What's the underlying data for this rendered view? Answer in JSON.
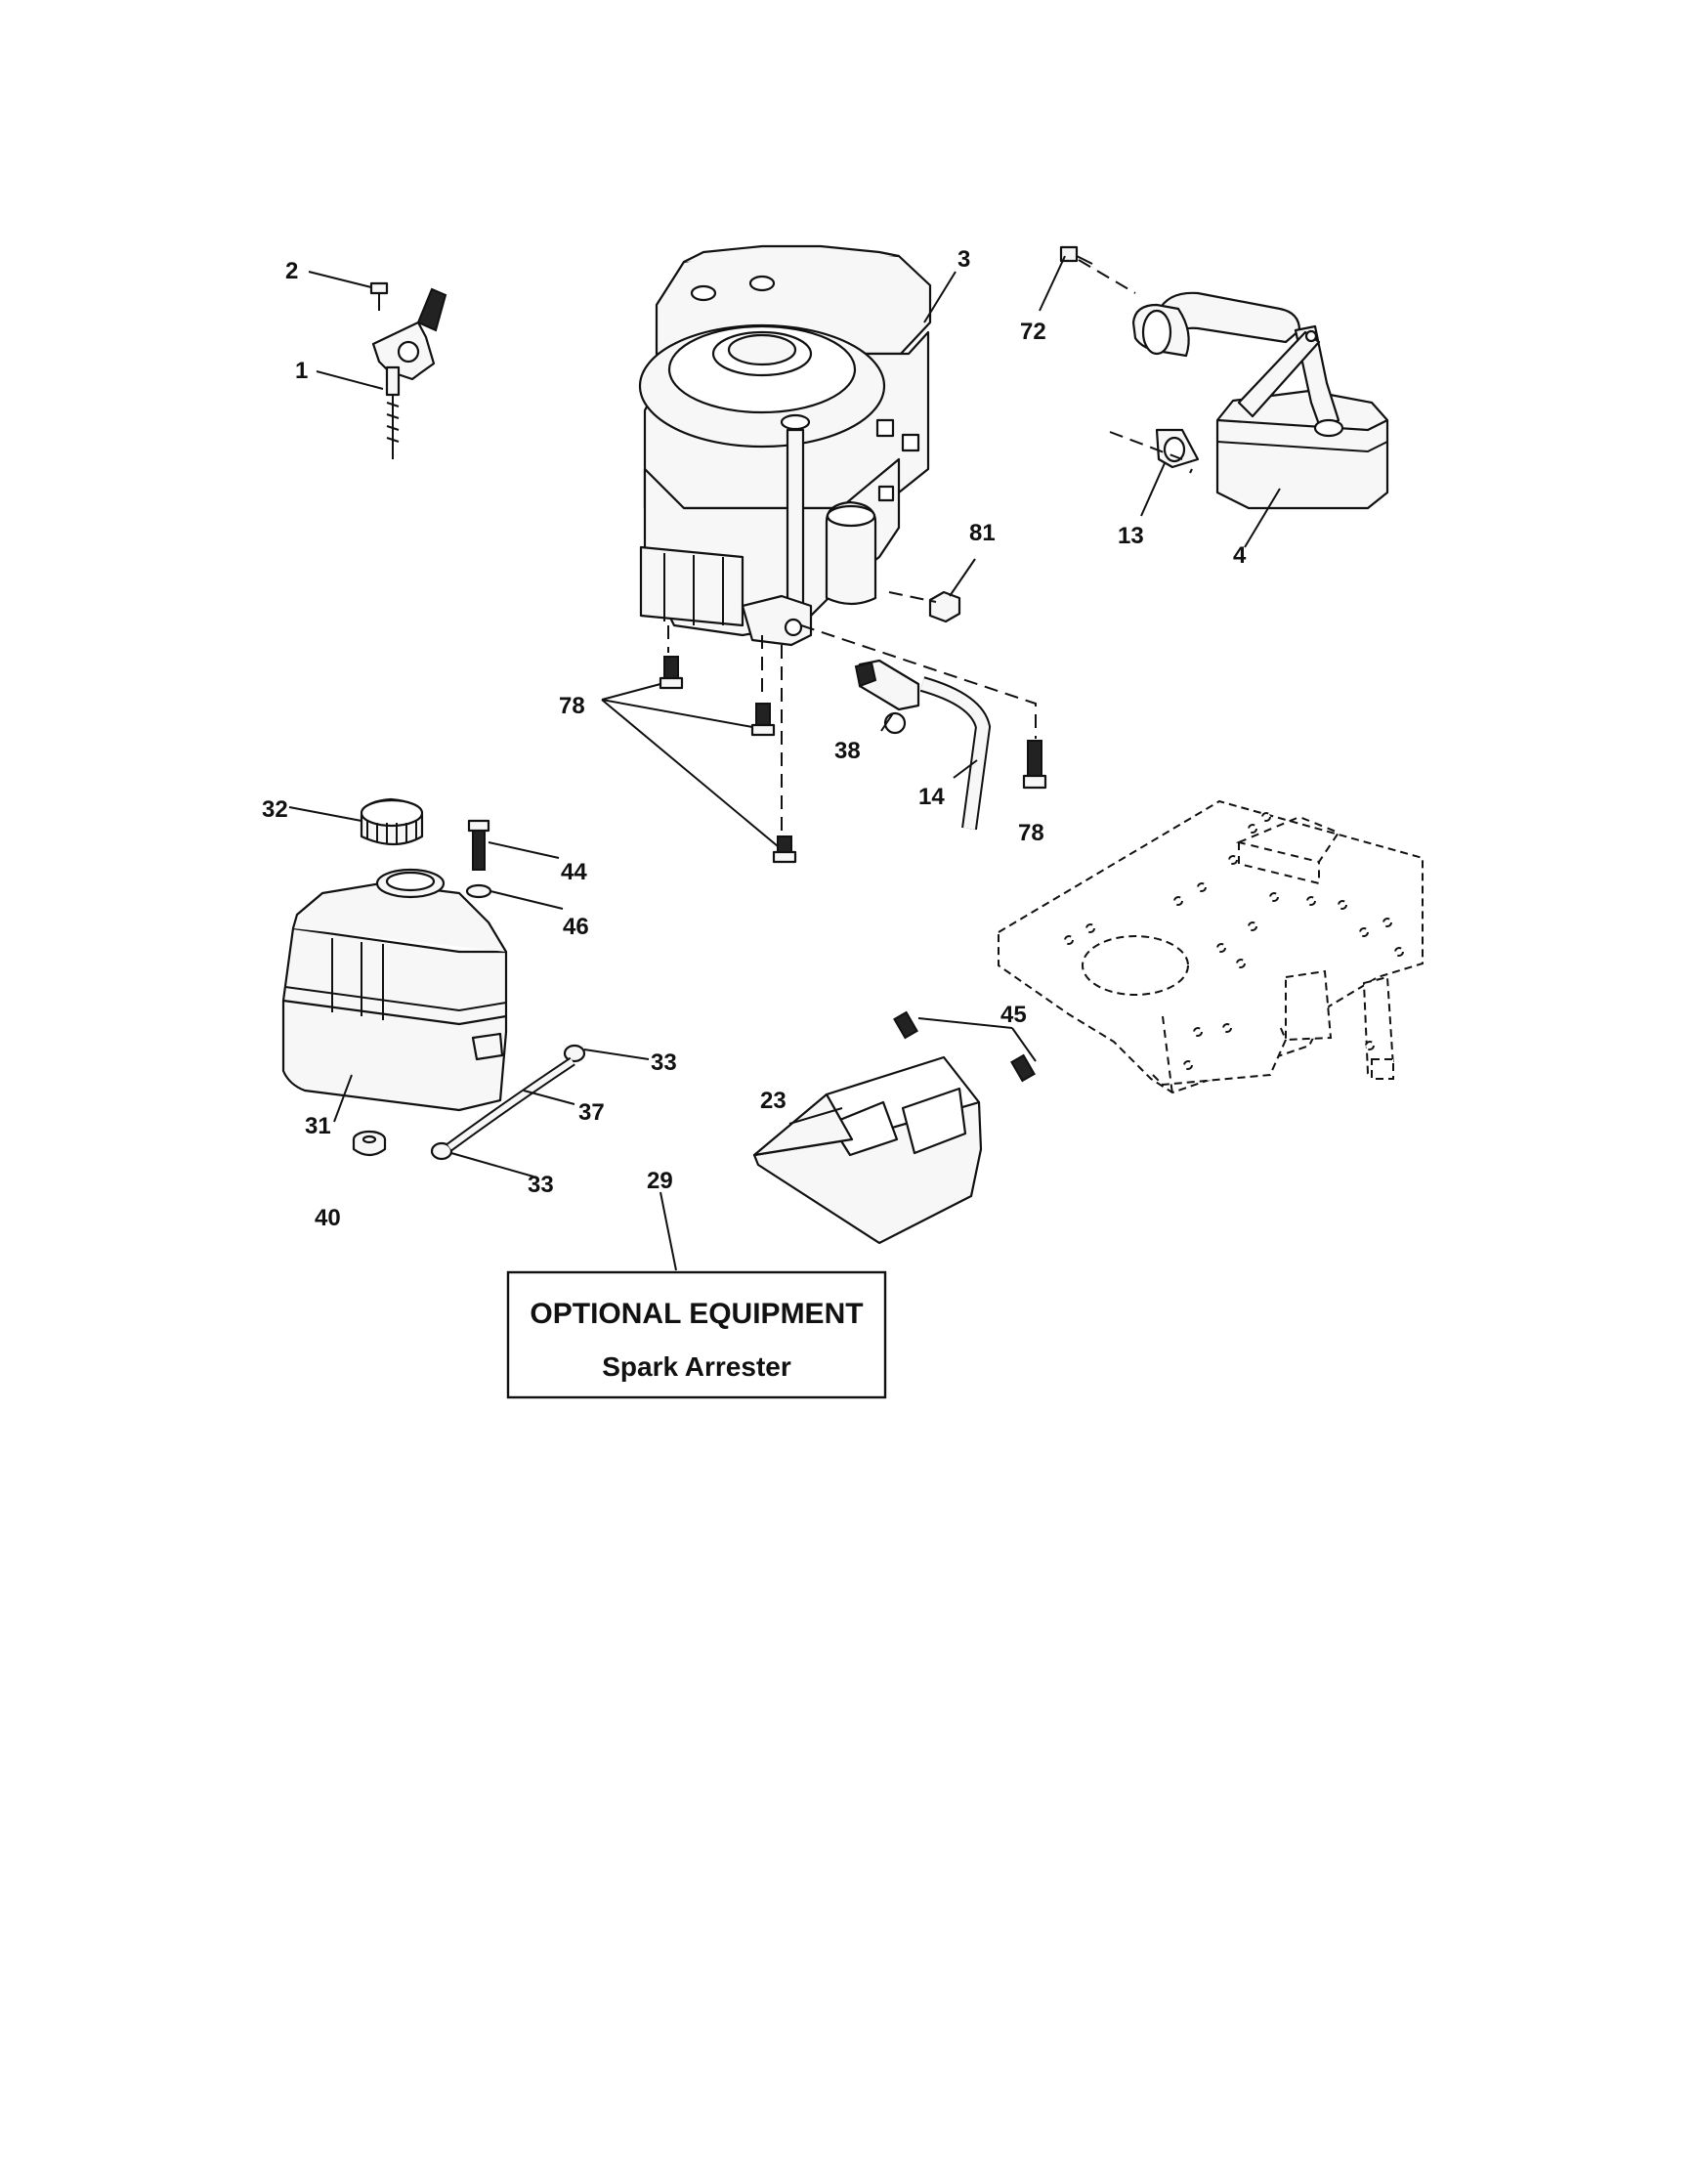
{
  "callouts": {
    "c1": "1",
    "c2": "2",
    "c3": "3",
    "c4": "4",
    "c13": "13",
    "c14": "14",
    "c23": "23",
    "c29": "29",
    "c31": "31",
    "c32": "32",
    "c33a": "33",
    "c33b": "33",
    "c37": "37",
    "c38": "38",
    "c40": "40",
    "c44": "44",
    "c45": "45",
    "c46": "46",
    "c72": "72",
    "c78a": "78",
    "c78b": "78",
    "c81": "81"
  },
  "optional_box": {
    "title": "OPTIONAL EQUIPMENT",
    "subtitle": "Spark Arrester"
  }
}
